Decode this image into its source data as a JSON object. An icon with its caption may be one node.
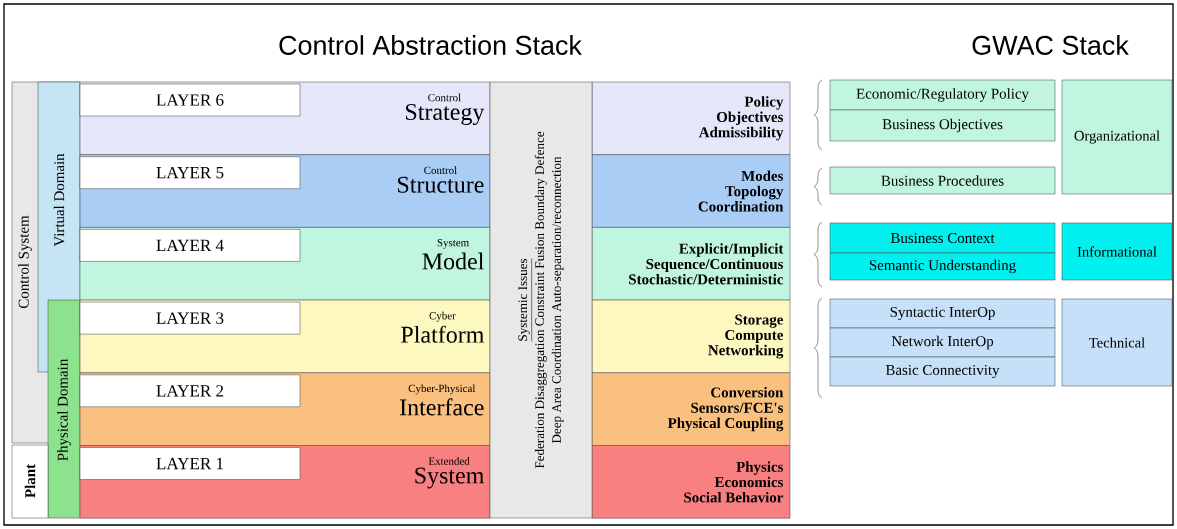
{
  "diagram": {
    "nodes": [
      {
        "text": [
          "Control System"
        ]
      },
      {
        "text": [
          "Virtual Domain"
        ],
        "in": 0
      },
      {
        "text": [
          "Physical Domain"
        ]
      },
      {
        "text": [
          "Plant"
        ]
      },
      {
        "text": [
          "Control",
          "Strategy"
        ]
      },
      {
        "text": [
          "LAYER 6"
        ],
        "in": 4
      },
      {
        "text": [
          "Control",
          "Structure"
        ]
      },
      {
        "text": [
          "LAYER 5"
        ],
        "in": 6
      },
      {
        "text": [
          "System",
          "Model"
        ]
      },
      {
        "text": [
          "LAYER 4"
        ],
        "in": 8
      },
      {
        "text": [
          "Cyber",
          "Platform"
        ]
      },
      {
        "text": [
          "LAYER 3"
        ],
        "in": 10
      },
      {
        "text": [
          "Cyber-Physical",
          "Interface"
        ]
      },
      {
        "text": [
          "LAYER 2"
        ],
        "in": 12
      },
      {
        "text": [
          "Extended",
          "System"
        ]
      },
      {
        "text": [
          "LAYER 1"
        ],
        "in": 14
      },
      {
        "text": [
          "Systemic Issues",
          "Federation Disaggregation Constraint Fusion Boundary Defence",
          "Deep Area Coordination Auto-separation/reconnection"
        ]
      },
      {
        "text": [
          "Policy",
          "Objectives",
          "Admissibility"
        ]
      },
      {
        "text": [
          "Modes",
          "Topology",
          "Coordination"
        ]
      },
      {
        "text": [
          "Explicit/Implicit",
          "Sequence/Continuous",
          "Stochastic/Deterministic"
        ]
      },
      {
        "text": [
          "Storage",
          "Compute",
          "Networking"
        ]
      },
      {
        "text": [
          "Conversion",
          "Sensors/FCE's",
          "Physical Coupling"
        ]
      },
      {
        "text": [
          "Physics",
          "Economics",
          "Social Behavior"
        ]
      },
      {
        "text": [
          "Economic/Regulatory Policy"
        ]
      },
      {
        "text": [
          "Business Objectives"
        ]
      },
      {
        "text": [
          "Organizational"
        ]
      },
      {
        "text": [
          "Business Procedures"
        ]
      },
      {
        "text": [
          "Business Context"
        ]
      },
      {
        "text": [
          "Semantic Understanding"
        ]
      },
      {
        "text": [
          "Informational"
        ]
      },
      {
        "text": [
          "Syntactic InterOp"
        ]
      },
      {
        "text": [
          "Network InterOp"
        ]
      },
      {
        "text": [
          "Basic Connectivity"
        ]
      },
      {
        "text": [
          "Technical"
        ]
      }
    ],
    "labels": [
      "Control Abstraction Stack",
      "GWAC Stack"
    ]
  }
}
